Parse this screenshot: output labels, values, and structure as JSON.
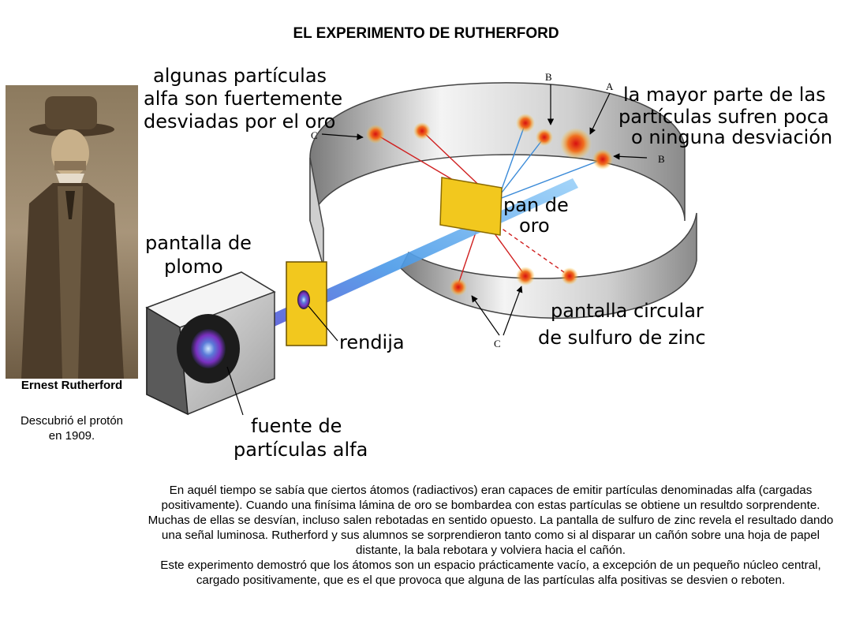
{
  "title": "EL EXPERIMENTO DE RUTHERFORD",
  "photo": {
    "caption": "Ernest Rutherford",
    "note_line1": "Descubrió el protón",
    "note_line2": "en 1909."
  },
  "labels": {
    "strong_deflection": [
      "algunas partículas",
      "alfa son fuertemente",
      "desviadas por el oro"
    ],
    "little_deflection": [
      "la mayor parte de las",
      "partículas sufren poca",
      "o ninguna desviación"
    ],
    "gold_foil": [
      "pan de",
      "oro"
    ],
    "lead_screen": [
      "pantalla de",
      "plomo"
    ],
    "slit": "rendija",
    "source": [
      "fuente de",
      "partículas alfa"
    ],
    "zinc_screen": [
      "pantalla circular",
      "de sulfuro de zinc"
    ],
    "letter_a": "A",
    "letter_b": "B",
    "letter_c": "C"
  },
  "description": {
    "paragraph1": "En aquél tiempo se sabía que ciertos átomos (radiactivos) eran capaces de emitir partículas denominadas alfa (cargadas positivamente). Cuando una finísima lámina de oro se bombardea con estas partículas se obtiene un resultdo sorprendente. Muchas de ellas se desvían, incluso salen rebotadas en sentido opuesto. La pantalla de sulfuro de zinc revela el resultado dando una señal luminosa. Rutherford y sus alumnos se sorprendieron tanto como si al disparar un cañón sobre una hoja de papel distante, la bala rebotara y volviera hacia el cañón.",
    "paragraph2": "Este experimento demostró que los átomos son un espacio prácticamente vacío, a excepción de un pequeño núcleo central, cargado positivamente, que es el que provoca que alguna de las partículas alfa positivas se desvien o reboten."
  },
  "colors": {
    "gold": "#f2c81e",
    "beam": "#4a90e0",
    "spot": "#d81818",
    "screen": "#d8d8d8"
  }
}
